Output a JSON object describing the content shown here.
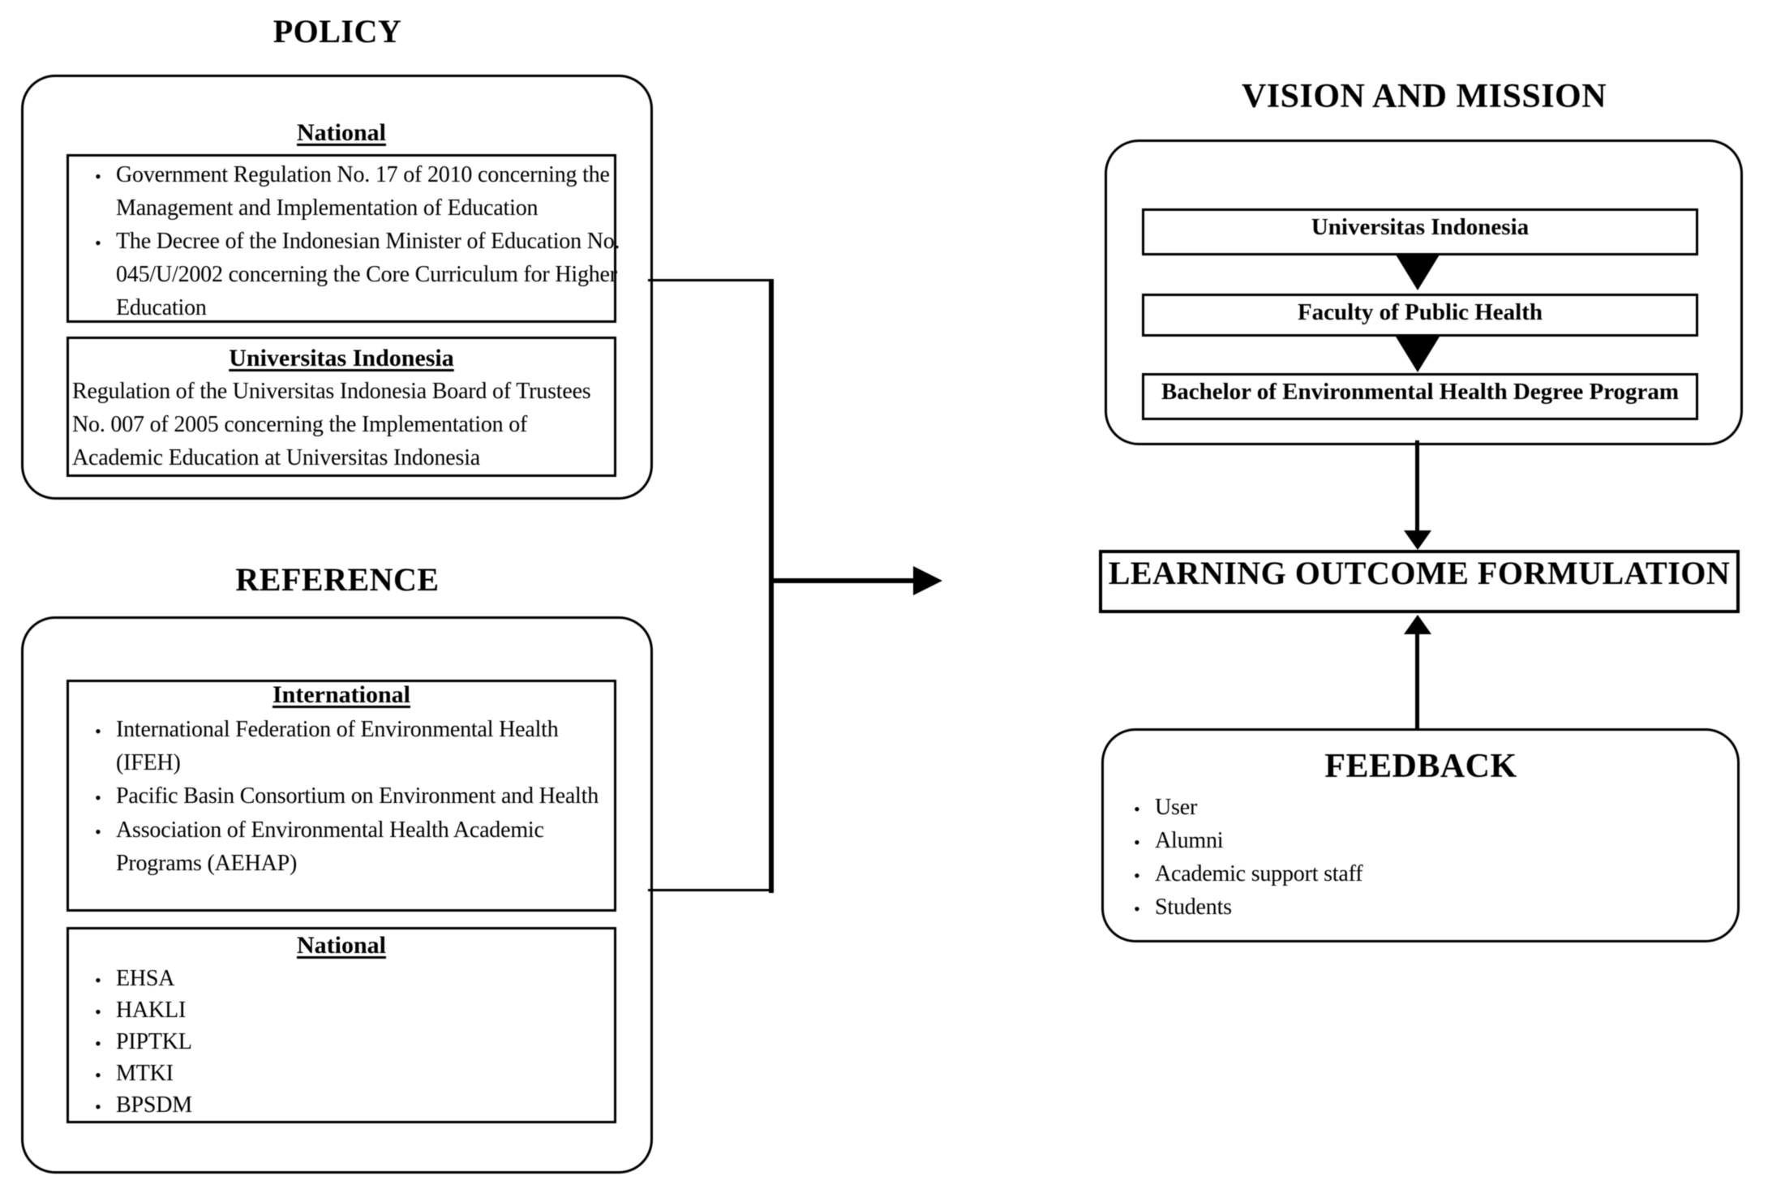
{
  "colors": {
    "ink": "#000000",
    "background": "#ffffff"
  },
  "policy": {
    "title": "POLICY",
    "national": {
      "title": "National",
      "items": [
        "Government Regulation No. 17 of 2010 concerning the\nManagement and Implementation of Education",
        "The Decree of the Indonesian Minister of Education No.\n045/U/2002 concerning the Core Curriculum for Higher\nEducation"
      ]
    },
    "university": {
      "title": "Universitas Indonesia",
      "text": "Regulation of the Universitas Indonesia Board of Trustees\nNo. 007 of 2005 concerning the Implementation of\nAcademic Education at Universitas Indonesia"
    }
  },
  "reference": {
    "title": "REFERENCE",
    "international": {
      "title": "International",
      "items": [
        "International Federation of Environmental Health\n(IFEH)",
        "Pacific Basin Consortium on Environment and Health",
        "Association of Environmental Health Academic\nPrograms (AEHAP)"
      ]
    },
    "national": {
      "title": "National",
      "items": [
        "EHSA",
        "HAKLI",
        "PIPTKL",
        "MTKI",
        "BPSDM"
      ]
    }
  },
  "vision_mission": {
    "title": "VISION AND MISSION",
    "levels": [
      "Universitas Indonesia",
      "Faculty of Public Health",
      "Bachelor of Environmental Health Degree Program"
    ]
  },
  "learning_outcome": {
    "title": "LEARNING OUTCOME FORMULATION"
  },
  "feedback": {
    "title": "FEEDBACK",
    "items": [
      "User",
      "Alumni",
      "Academic support staff",
      "Students"
    ]
  }
}
